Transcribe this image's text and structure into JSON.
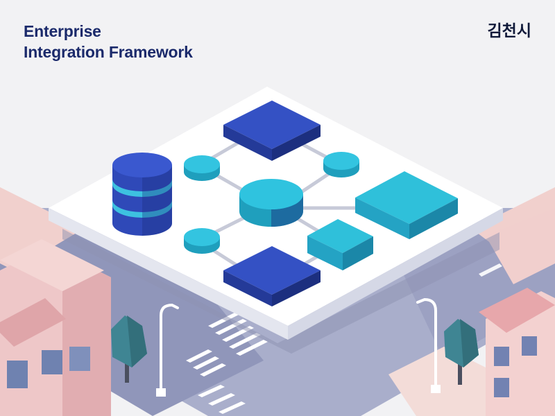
{
  "header": {
    "title_line1": "Enterprise",
    "title_line2": "Integration Framework",
    "city": "김천시"
  },
  "colors": {
    "background": "#f2f2f4",
    "title": "#1b2a6b",
    "primary_blue": "#2f48b8",
    "cyan": "#2fc0da",
    "platform": "#ffffff",
    "road": "#8d93b6",
    "building_pink": "#ecc1c3",
    "tree": "#3c7f8c"
  },
  "illustration": {
    "description_icons": [
      "database-icon",
      "service-block-icon",
      "cyan-node-icon",
      "road-icon",
      "building-icon",
      "tree-icon",
      "streetlamp-icon"
    ]
  }
}
